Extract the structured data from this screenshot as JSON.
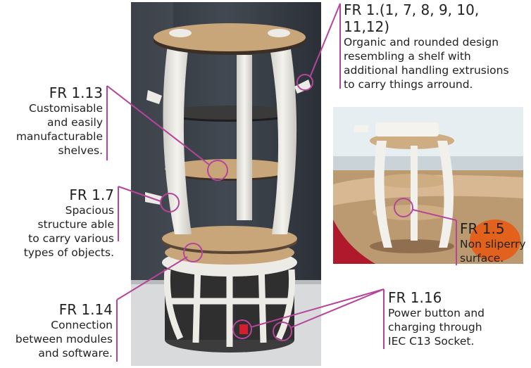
{
  "annotations": [
    {
      "id": "fr-1-1",
      "code": "FR 1.(1, 7, 8, 9, 10, 11,12)",
      "desc": "Organic and rounded design\nresembling a shelf with\nadditional handling extrusions\nto carry things arround."
    },
    {
      "id": "fr-1-13",
      "code": "FR 1.13",
      "desc": "Customisable\nand easily\nmanufacturable\nshelves."
    },
    {
      "id": "fr-1-7",
      "code": "FR 1.7",
      "desc": "Spacious\nstructure able\nto carry various\ntypes of objects."
    },
    {
      "id": "fr-1-14",
      "code": "FR 1.14",
      "desc": "Connection\nbetween modules\nand software."
    },
    {
      "id": "fr-1-16",
      "code": "FR 1.16",
      "desc": "Power button and\ncharging through\nIEC C13 Socket."
    },
    {
      "id": "fr-1-5",
      "code": "FR 1.5",
      "desc": "Non sliperry\nsurface."
    }
  ],
  "colors": {
    "accent": "#b5459b",
    "text": "#222222",
    "wall": "#3a3f47",
    "wood": "#c9a679",
    "plastic": "#ecebe6"
  }
}
